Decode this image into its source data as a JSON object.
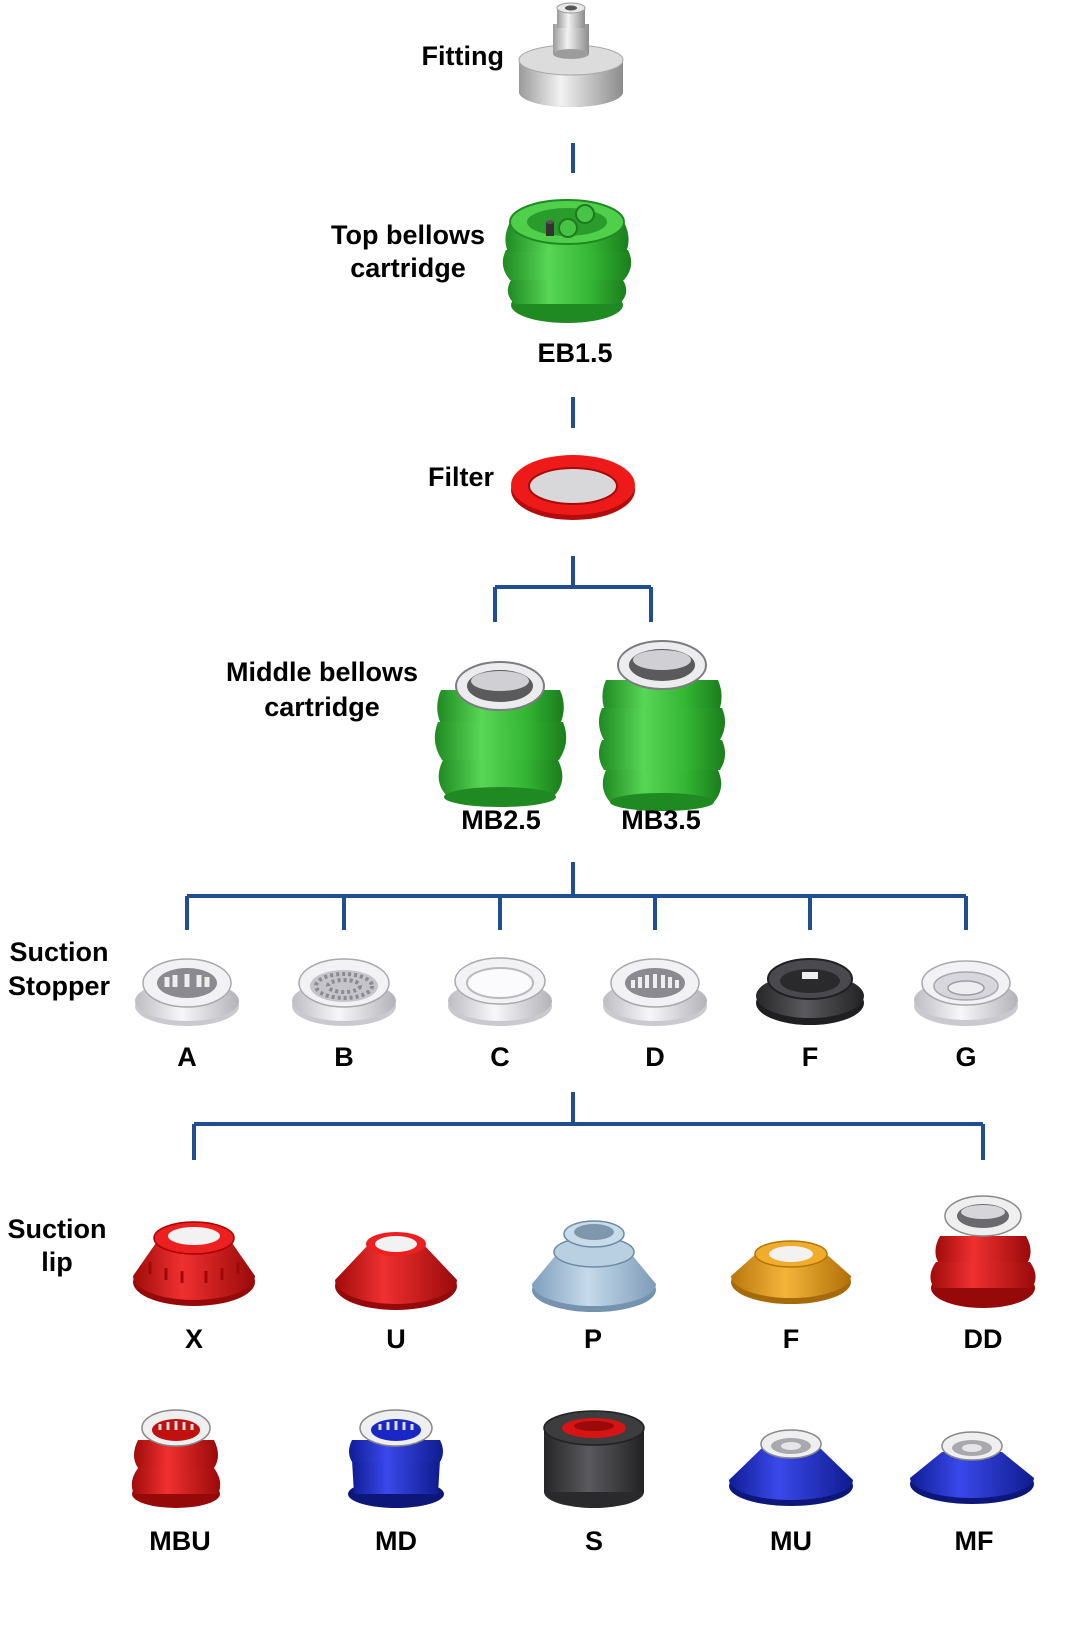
{
  "fitting": {
    "label": "Fitting"
  },
  "top_bellows": {
    "label_line1": "Top bellows",
    "label_line2": "cartridge",
    "model": "EB1.5"
  },
  "filter": {
    "label": "Filter"
  },
  "middle_bellows": {
    "label_line1": "Middle bellows",
    "label_line2": "cartridge",
    "models": [
      "MB2.5",
      "MB3.5"
    ]
  },
  "suction_stopper": {
    "label_line1": "Suction",
    "label_line2": "Stopper",
    "items": [
      {
        "code": "A",
        "color": "#e8e8ea"
      },
      {
        "code": "B",
        "color": "#e8e8ea"
      },
      {
        "code": "C",
        "color": "#e8e8ea"
      },
      {
        "code": "D",
        "color": "#e8e8ea"
      },
      {
        "code": "F",
        "color": "#3a3a3c"
      },
      {
        "code": "G",
        "color": "#e8e8ea"
      }
    ]
  },
  "suction_lip": {
    "label_line1": "Suction",
    "label_line2": "lip",
    "row1": [
      {
        "code": "X",
        "color": "#e01515"
      },
      {
        "code": "U",
        "color": "#e01515"
      },
      {
        "code": "P",
        "color": "#a9c6dd"
      },
      {
        "code": "F",
        "color": "#eba21c"
      },
      {
        "code": "DD",
        "color": "#e01515"
      }
    ],
    "row2": [
      {
        "code": "MBU",
        "color": "#e01515"
      },
      {
        "code": "MD",
        "color": "#1f2ed2"
      },
      {
        "code": "S",
        "color": "#3d3d3f"
      },
      {
        "code": "MU",
        "color": "#1f2ed2"
      },
      {
        "code": "MF",
        "color": "#1f2ed2"
      }
    ]
  },
  "colors": {
    "connector": "#1f4f91",
    "bellows_green": "#33b534",
    "filter_red": "#e81414"
  }
}
